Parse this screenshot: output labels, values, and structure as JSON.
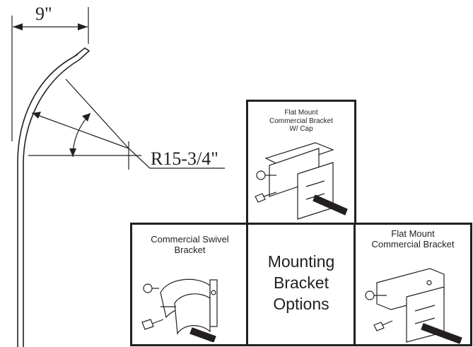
{
  "dimensions": {
    "width_label": "9\"",
    "radius_label": "R15-3/4\""
  },
  "panels": {
    "flat_mount_cap": [
      "Flat Mount",
      "Commercial Bracket",
      "W/ Cap"
    ],
    "swivel": [
      "Commercial Swivel",
      "Bracket"
    ],
    "center": [
      "Mounting",
      "Bracket",
      "Options"
    ],
    "flat_mount": [
      "Flat Mount",
      "Commercial Bracket"
    ]
  },
  "colors": {
    "ink": "#231f20",
    "background": "#ffffff"
  }
}
